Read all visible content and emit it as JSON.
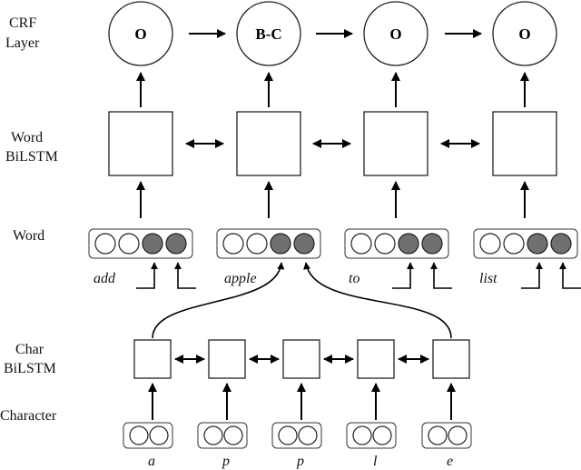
{
  "layers": {
    "crf": [
      "CRF",
      "Layer"
    ],
    "word_bilstm": [
      "Word",
      "BiLSTM"
    ],
    "word": "Word",
    "char_bilstm": [
      "Char",
      "BiLSTM"
    ],
    "character": "Character"
  },
  "tags": [
    "O",
    "B-C",
    "O",
    "O"
  ],
  "words": [
    "add",
    "apple",
    "to",
    "list"
  ],
  "chars": [
    "a",
    "p",
    "p",
    "l",
    "e"
  ],
  "colors": {
    "filled": "#707070",
    "stroke": "#222222"
  }
}
